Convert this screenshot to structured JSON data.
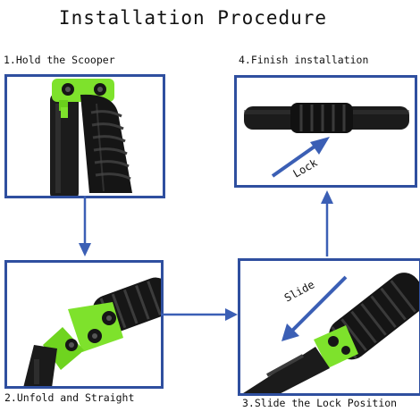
{
  "title": "Installation Procedure",
  "steps": [
    {
      "label": "1.Hold the Scooper"
    },
    {
      "label": "2.Unfold and Straight"
    },
    {
      "label": "3.Slide the Lock Position"
    },
    {
      "label": "4.Finish installation"
    }
  ],
  "annotations": {
    "slide": "Slide",
    "lock": "Lock"
  },
  "colors": {
    "frame": "#2f4f9f",
    "arrow": "#3b5fb5",
    "accent_green": "#7ee22c",
    "handle_black": "#161616"
  },
  "icons": [
    "arrow-down",
    "arrow-right",
    "arrow-up",
    "slide-arrow",
    "lock-arrow"
  ]
}
